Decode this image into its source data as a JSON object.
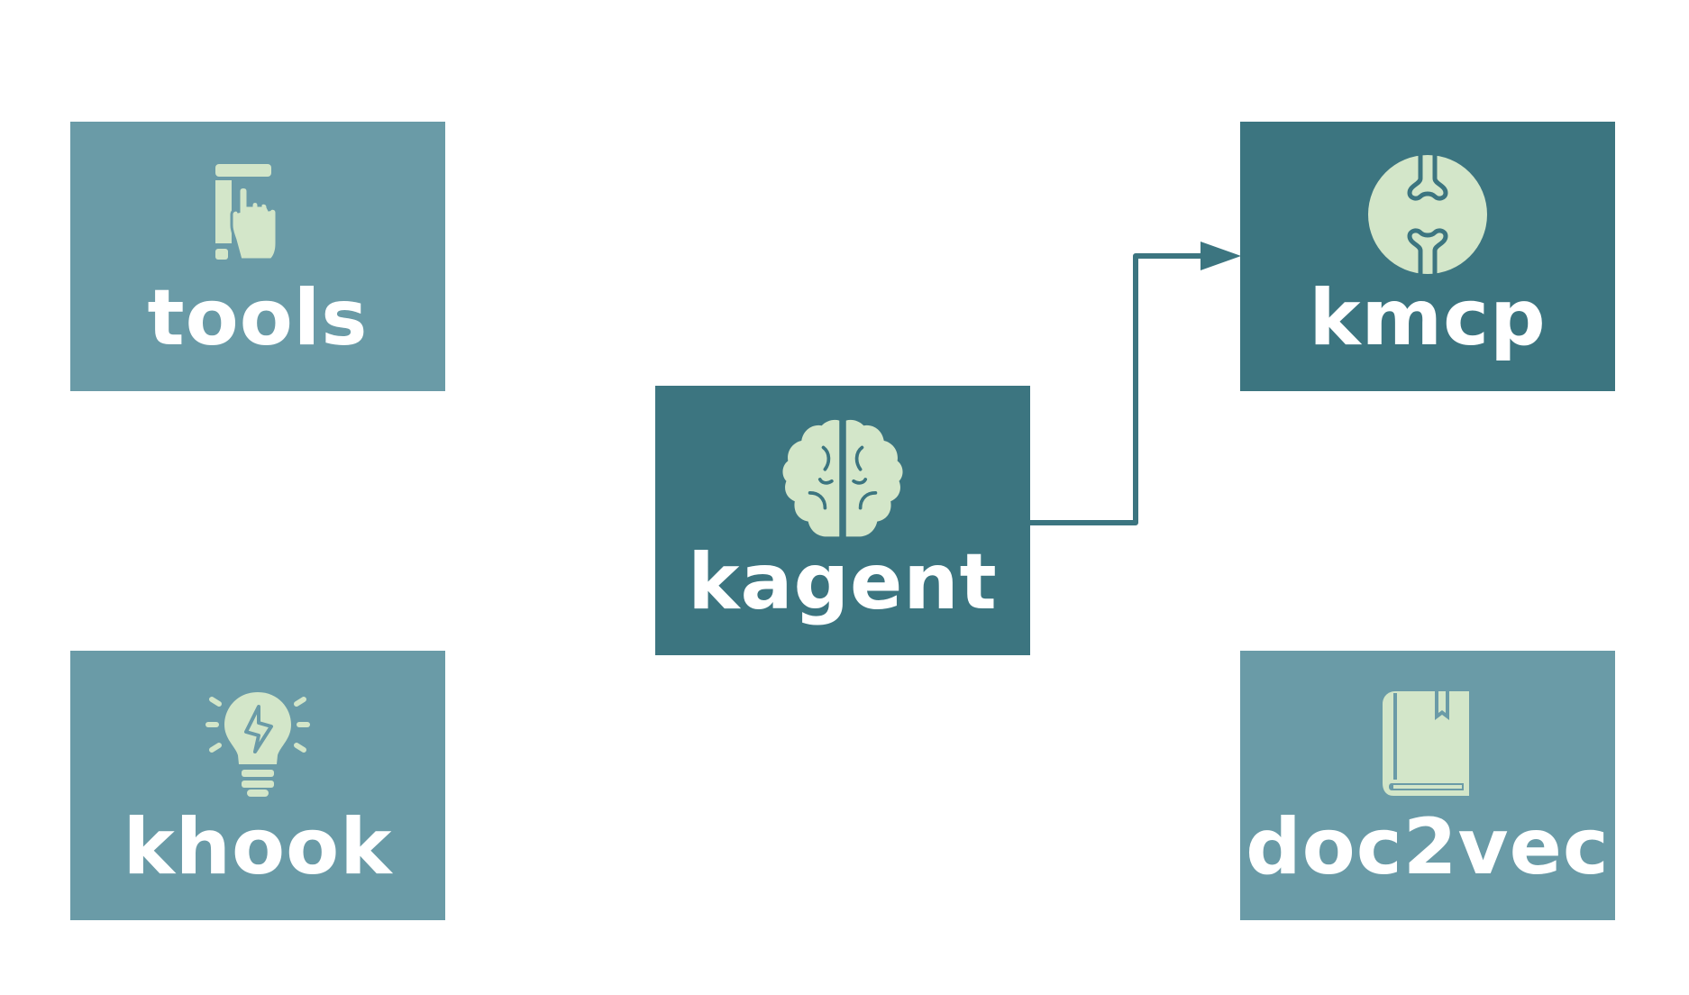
{
  "colors": {
    "background": "#ffffff",
    "node_light": "#6a9ba7",
    "node_dark": "#3c7580",
    "icon_fill": "#d3e6c9",
    "label_text": "#ffffff",
    "connector": "#3c7580"
  },
  "nodes": {
    "tools": {
      "label": "tools",
      "icon": "hand-touch-icon"
    },
    "khook": {
      "label": "khook",
      "icon": "lightbulb-icon"
    },
    "kagent": {
      "label": "kagent",
      "icon": "brain-icon"
    },
    "kmcp": {
      "label": "kmcp",
      "icon": "mcp-icon"
    },
    "doc2vec": {
      "label": "doc2vec",
      "icon": "book-icon"
    }
  },
  "edges": [
    {
      "from": "kagent",
      "to": "kmcp"
    }
  ]
}
